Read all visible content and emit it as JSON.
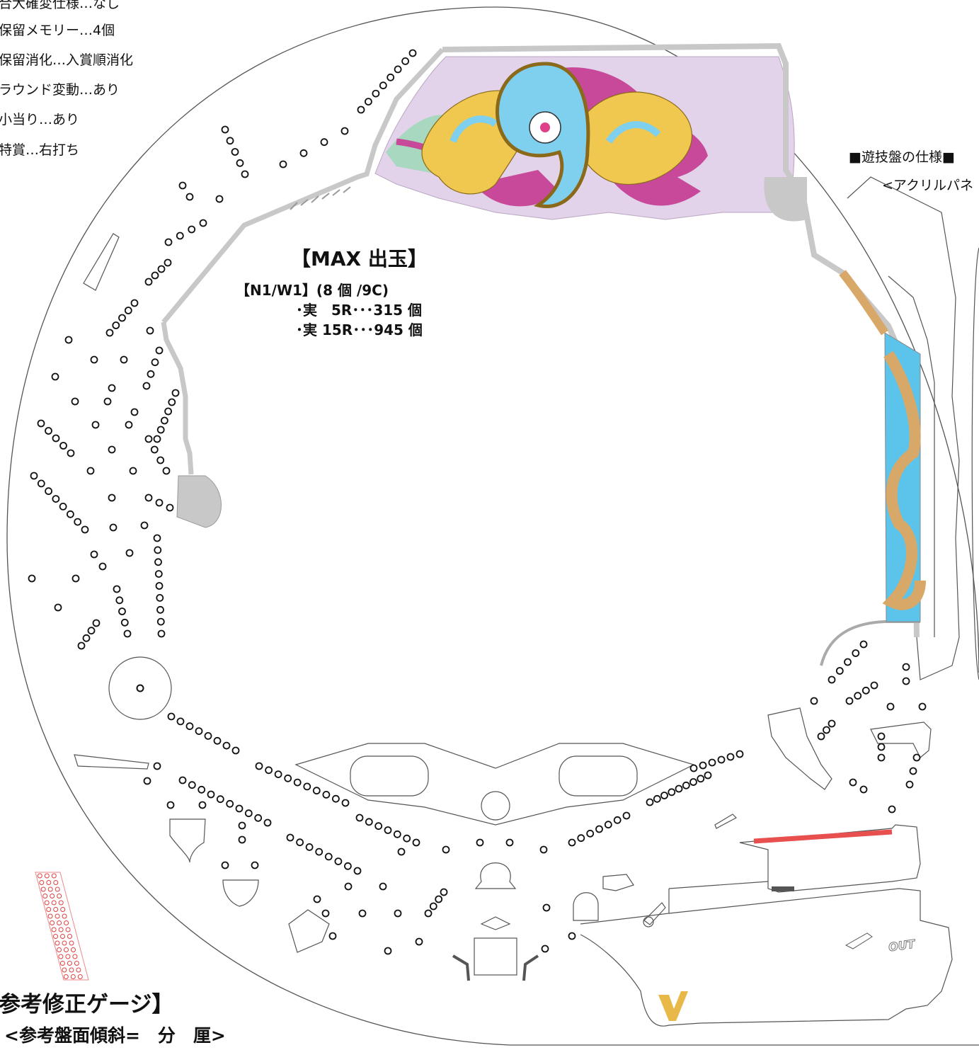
{
  "spec_lines": [
    "合大確変仕様…なし",
    "保留メモリー…4個",
    "保留消化…入賞順消化",
    "ラウンド変動…あり",
    "小当り…あり",
    "特賞…右打ち"
  ],
  "board_spec": {
    "title": "■遊技盤の仕様■",
    "subtitle": "<アクリルパネ"
  },
  "max_out": {
    "title": "【MAX 出玉】",
    "line1": "【N1/W1】(8 個 /9C)",
    "line2": "･実　5R･･･315 個",
    "line3": "･実 15R･･･945 個"
  },
  "gauge": {
    "title": "参考修正ゲージ】",
    "subtitle": "<参考盤面傾斜=　分　厘>"
  },
  "out_label": "OUT",
  "v_label": "V",
  "colors": {
    "rail": "#c8c8c8",
    "logo_gold": "#f0c850",
    "logo_blue": "#7fd0ee",
    "logo_magenta": "#c8489a",
    "logo_lavender": "#e3d3ea",
    "logo_mint": "#a8d8c0",
    "side_blue": "#5cc3ea",
    "side_tan": "#d8a868",
    "attacker_red": "#e85050",
    "v_gold": "#e8b848",
    "pin_dot_red": "#e04040"
  }
}
